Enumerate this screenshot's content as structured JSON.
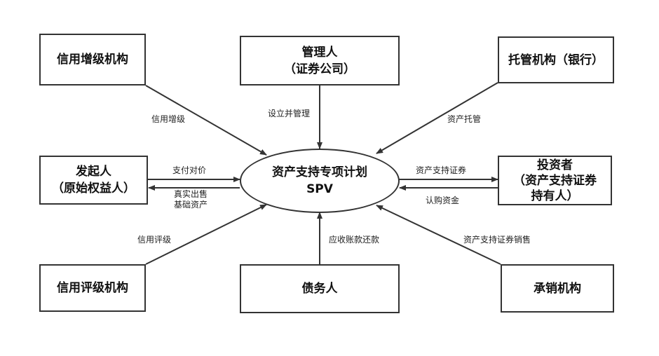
{
  "center": {
    "line1": "资产支持专项计划",
    "line2": "SPV"
  },
  "boxes": {
    "credit_enhancement": {
      "line1": "信用增级机构"
    },
    "manager": {
      "line1": "管理人",
      "line2": "（证券公司）"
    },
    "custodian": {
      "line1": "托管机构（银行）"
    },
    "originator": {
      "line1": "发起人",
      "line2": "（原始权益人）"
    },
    "investor": {
      "line1": "投资者",
      "line2": "（资产支持证券",
      "line3": "持有人）"
    },
    "rating": {
      "line1": "信用评级机构"
    },
    "debtor": {
      "line1": "债务人"
    },
    "underwriter": {
      "line1": "承销机构"
    }
  },
  "labels": {
    "credit_enhancement": "信用增级",
    "setup_manage": "设立并管理",
    "asset_custody": "资产托管",
    "payment": "支付对价",
    "true_sale_1": "真实出售",
    "true_sale_2": "基础资产",
    "abs_to_investor": "资产支持证券",
    "subscription": "认购资金",
    "credit_rating": "信用评级",
    "receivables": "应收账款还款",
    "abs_sales": "资产支持证券销售"
  }
}
